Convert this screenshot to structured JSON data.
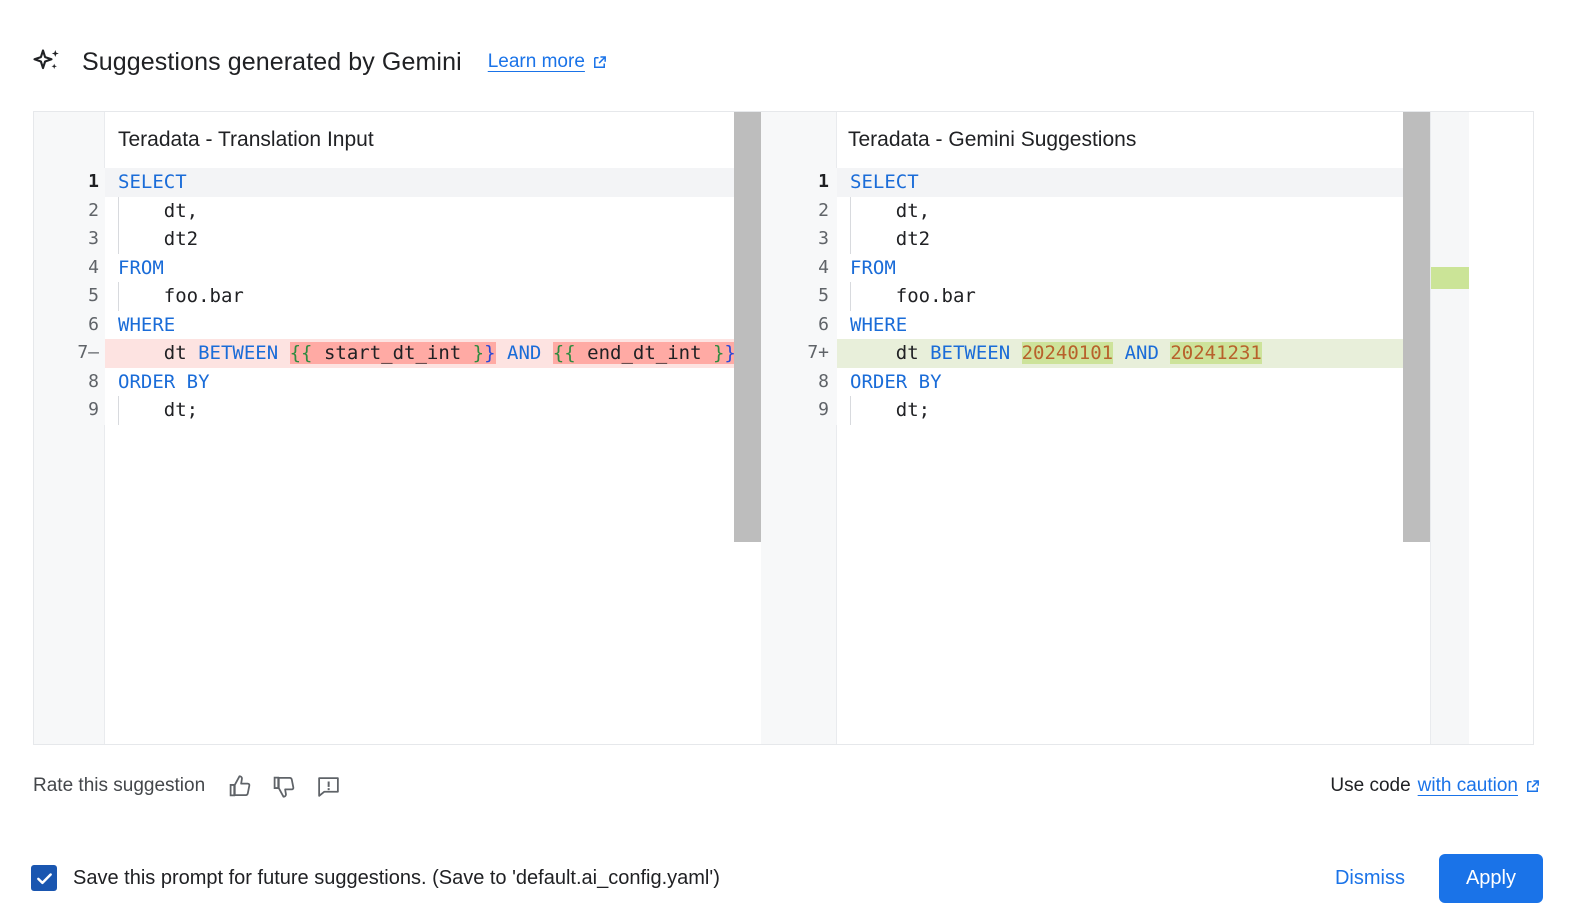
{
  "header": {
    "icon": "gemini-sparkle-icon",
    "title": "Suggestions generated by Gemini",
    "learn_more": "Learn more",
    "learn_more_icon": "external-link-icon"
  },
  "diff": {
    "left": {
      "title": "Teradata - Translation Input",
      "lines": [
        {
          "n": "1",
          "marker": "",
          "type": "current",
          "indent": false,
          "tokens": [
            {
              "t": "SELECT",
              "c": "kw"
            }
          ]
        },
        {
          "n": "2",
          "marker": "",
          "type": "normal",
          "indent": true,
          "tokens": [
            {
              "t": "    dt,",
              "c": ""
            }
          ]
        },
        {
          "n": "3",
          "marker": "",
          "type": "normal",
          "indent": true,
          "tokens": [
            {
              "t": "    dt2",
              "c": ""
            }
          ]
        },
        {
          "n": "4",
          "marker": "",
          "type": "normal",
          "indent": false,
          "tokens": [
            {
              "t": "FROM",
              "c": "kw"
            }
          ]
        },
        {
          "n": "5",
          "marker": "",
          "type": "normal",
          "indent": true,
          "tokens": [
            {
              "t": "    foo.bar",
              "c": ""
            }
          ]
        },
        {
          "n": "6",
          "marker": "",
          "type": "normal",
          "indent": false,
          "tokens": [
            {
              "t": "WHERE",
              "c": "kw"
            }
          ]
        },
        {
          "n": "7",
          "marker": "–",
          "type": "del",
          "indent": false,
          "tokens": [
            {
              "t": "    dt ",
              "c": ""
            },
            {
              "t": "BETWEEN",
              "c": "kw"
            },
            {
              "t": " ",
              "c": ""
            },
            {
              "t": "{{",
              "c": "br-g wdel"
            },
            {
              "t": " start_dt_int ",
              "c": "wdel"
            },
            {
              "t": "}",
              "c": "br-g wdel"
            },
            {
              "t": "}",
              "c": "br-b wdel"
            },
            {
              "t": " ",
              "c": ""
            },
            {
              "t": "AND",
              "c": "kw"
            },
            {
              "t": " ",
              "c": ""
            },
            {
              "t": "{{",
              "c": "br-g wdel"
            },
            {
              "t": " end_dt_int ",
              "c": "wdel"
            },
            {
              "t": "}",
              "c": "br-g wdel"
            },
            {
              "t": "}",
              "c": "br-b wdel"
            }
          ]
        },
        {
          "n": "8",
          "marker": "",
          "type": "normal",
          "indent": false,
          "tokens": [
            {
              "t": "ORDER BY",
              "c": "kw"
            }
          ]
        },
        {
          "n": "9",
          "marker": "",
          "type": "normal",
          "indent": true,
          "tokens": [
            {
              "t": "    dt;",
              "c": ""
            }
          ]
        }
      ]
    },
    "right": {
      "title": "Teradata - Gemini Suggestions",
      "lines": [
        {
          "n": "1",
          "marker": "",
          "type": "current",
          "indent": false,
          "tokens": [
            {
              "t": "SELECT",
              "c": "kw"
            }
          ]
        },
        {
          "n": "2",
          "marker": "",
          "type": "normal",
          "indent": true,
          "tokens": [
            {
              "t": "    dt,",
              "c": ""
            }
          ]
        },
        {
          "n": "3",
          "marker": "",
          "type": "normal",
          "indent": true,
          "tokens": [
            {
              "t": "    dt2",
              "c": ""
            }
          ]
        },
        {
          "n": "4",
          "marker": "",
          "type": "normal",
          "indent": false,
          "tokens": [
            {
              "t": "FROM",
              "c": "kw"
            }
          ]
        },
        {
          "n": "5",
          "marker": "",
          "type": "normal",
          "indent": true,
          "tokens": [
            {
              "t": "    foo.bar",
              "c": ""
            }
          ]
        },
        {
          "n": "6",
          "marker": "",
          "type": "normal",
          "indent": false,
          "tokens": [
            {
              "t": "WHERE",
              "c": "kw"
            }
          ]
        },
        {
          "n": "7",
          "marker": "+",
          "type": "add",
          "indent": false,
          "tokens": [
            {
              "t": "    dt ",
              "c": ""
            },
            {
              "t": "BETWEEN",
              "c": "kw"
            },
            {
              "t": " ",
              "c": ""
            },
            {
              "t": "20240101",
              "c": "num wadd"
            },
            {
              "t": " ",
              "c": ""
            },
            {
              "t": "AND",
              "c": "kw"
            },
            {
              "t": " ",
              "c": ""
            },
            {
              "t": "20241231",
              "c": "num wadd"
            }
          ]
        },
        {
          "n": "8",
          "marker": "",
          "type": "normal",
          "indent": false,
          "tokens": [
            {
              "t": "ORDER BY",
              "c": "kw"
            }
          ]
        },
        {
          "n": "9",
          "marker": "",
          "type": "normal",
          "indent": true,
          "tokens": [
            {
              "t": "    dt;",
              "c": ""
            }
          ]
        }
      ]
    },
    "overview_markers": [
      {
        "name": "removed-marker",
        "color": "#ffa8a1"
      },
      {
        "name": "added-marker",
        "color": "#cbe497"
      }
    ]
  },
  "rate": {
    "label": "Rate this suggestion",
    "thumb_up_icon": "thumb-up-icon",
    "thumb_down_icon": "thumb-down-icon",
    "report_icon": "report-feedback-icon",
    "use_code_prefix": "Use code",
    "caution_link": "with caution",
    "caution_icon": "external-link-icon"
  },
  "bottom": {
    "save_label": "Save this prompt for future suggestions. (Save to 'default.ai_config.yaml')",
    "save_checked": true,
    "dismiss": "Dismiss",
    "apply": "Apply"
  },
  "colors": {
    "accent_blue": "#1a73e8",
    "checkbox_blue": "#1a56b0",
    "keyword_blue": "#1a6cd8",
    "number_orange": "#b8612b",
    "diff_del_line": "#fde3e1",
    "diff_del_word": "#ffaaa4",
    "diff_add_line": "#e8efda",
    "diff_add_word": "#cde39a"
  }
}
